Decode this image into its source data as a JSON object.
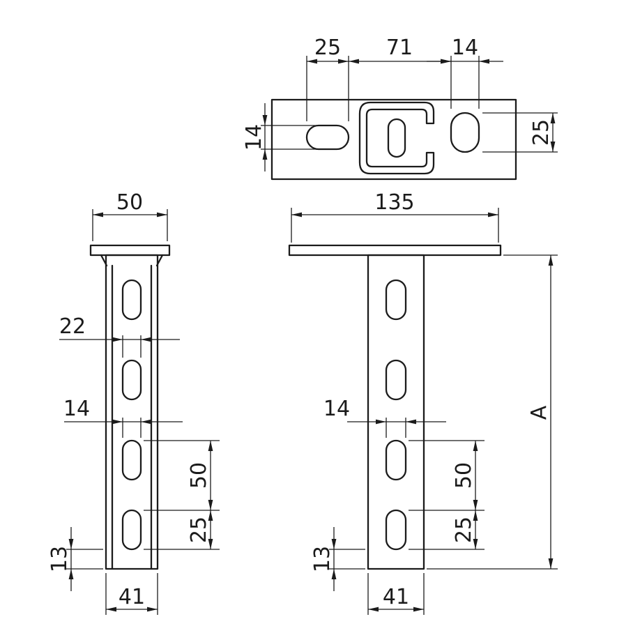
{
  "meta": {
    "background_color": "#ffffff",
    "line_color": "#1b1b1b",
    "drawing_kind": "technical dimension drawing, three views of a ceiling-bracket channel with slotted holes"
  },
  "views": {
    "top": {
      "name": "top view (mounting plate with C-profile)",
      "dims": {
        "left_slot_length": "25",
        "center_span": "71",
        "right_slot_width": "14",
        "left_slot_width": "14",
        "right_slot_length": "25"
      }
    },
    "side": {
      "name": "side view",
      "dims": {
        "plate_width": "50",
        "upper_slot_width": "22",
        "lower_slot_width": "14",
        "slot_pitch": "50",
        "slot_length": "25",
        "bottom_offset": "13",
        "profile_width": "41"
      }
    },
    "front": {
      "name": "front view",
      "dims": {
        "plate_length": "135",
        "slot_width": "14",
        "slot_pitch": "50",
        "slot_length": "25",
        "bottom_offset": "13",
        "profile_width": "41",
        "overall_height": "A"
      }
    }
  }
}
